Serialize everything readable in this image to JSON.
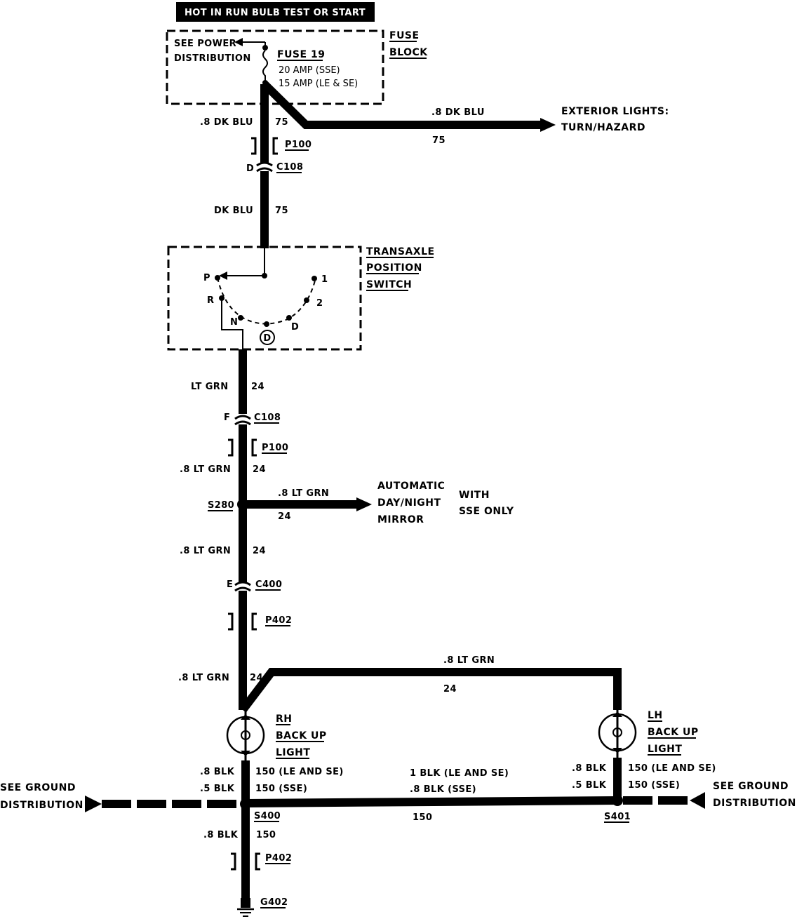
{
  "banner": "HOT IN RUN BULB TEST OR START",
  "fuse_block": {
    "label_line1": "FUSE",
    "label_line2": "BLOCK",
    "see_power_line1": "SEE POWER",
    "see_power_line2": "DISTRIBUTION",
    "fuse_name": "FUSE 19",
    "rating_sse": "20 AMP (SSE)",
    "rating_le_se": "15 AMP (LE & SE)"
  },
  "exterior_branch": {
    "wire": ".8 DK BLU",
    "circuit": "75",
    "dest_line1": "EXTERIOR LIGHTS:",
    "dest_line2": "TURN/HAZARD"
  },
  "top_wire": {
    "wire1": ".8 DK BLU",
    "circuit1": "75",
    "p100": "P100",
    "pin_d": "D",
    "c108": "C108",
    "wire2": "DK BLU",
    "circuit2": "75"
  },
  "switch": {
    "label_line1": "TRANSAXLE",
    "label_line2": "POSITION",
    "label_line3": "SWITCH",
    "pos_p": "P",
    "pos_r": "R",
    "pos_n": "N",
    "pos_d": "D",
    "pos_2": "2",
    "pos_1": "1",
    "pos_d_circle": "D"
  },
  "mid_wire": {
    "wire1": "LT GRN",
    "circuit1": "24",
    "pin_f": "F",
    "c108": "C108",
    "p100": "P100",
    "wire2": ".8 LT GRN",
    "circuit2": "24",
    "s280": "S280",
    "branch_wire": ".8 LT GRN",
    "branch_circuit": "24",
    "mirror_line1": "AUTOMATIC",
    "mirror_line2": "DAY/NIGHT",
    "mirror_line3": "MIRROR",
    "with_line1": "WITH",
    "with_line2": "SSE ONLY",
    "wire3": ".8 LT GRN",
    "circuit3": "24",
    "pin_e": "E",
    "c400": "C400",
    "p402": "P402",
    "wire4": ".8 LT GRN",
    "circuit4": "24",
    "top_branch_wire": ".8 LT GRN",
    "top_branch_circuit": "24"
  },
  "rh_light": {
    "line1": "RH",
    "line2": "BACK UP",
    "line3": "LIGHT",
    "wire_le": ".8 BLK",
    "circ_le": "150 (LE AND SE)",
    "wire_sse": ".5 BLK",
    "circ_sse": "150 (SSE)"
  },
  "lh_light": {
    "line1": "LH",
    "line2": "BACK UP",
    "line3": "LIGHT",
    "wire_le": ".8 BLK",
    "circ_le": "150 (LE AND SE)",
    "wire_sse": ".5 BLK",
    "circ_sse": "150 (SSE)"
  },
  "ground": {
    "left_line1": "SEE GROUND",
    "left_line2": "DISTRIBUTION",
    "right_line1": "SEE GROUND",
    "right_line2": "DISTRIBUTION",
    "mid_wire1": "1 BLK (LE AND SE)",
    "mid_wire2": ".8 BLK (SSE)",
    "mid_circuit": "150",
    "s400": "S400",
    "s401": "S401",
    "bottom_wire": ".8 BLK",
    "bottom_circuit": "150",
    "p402": "P402",
    "g402": "G402"
  }
}
